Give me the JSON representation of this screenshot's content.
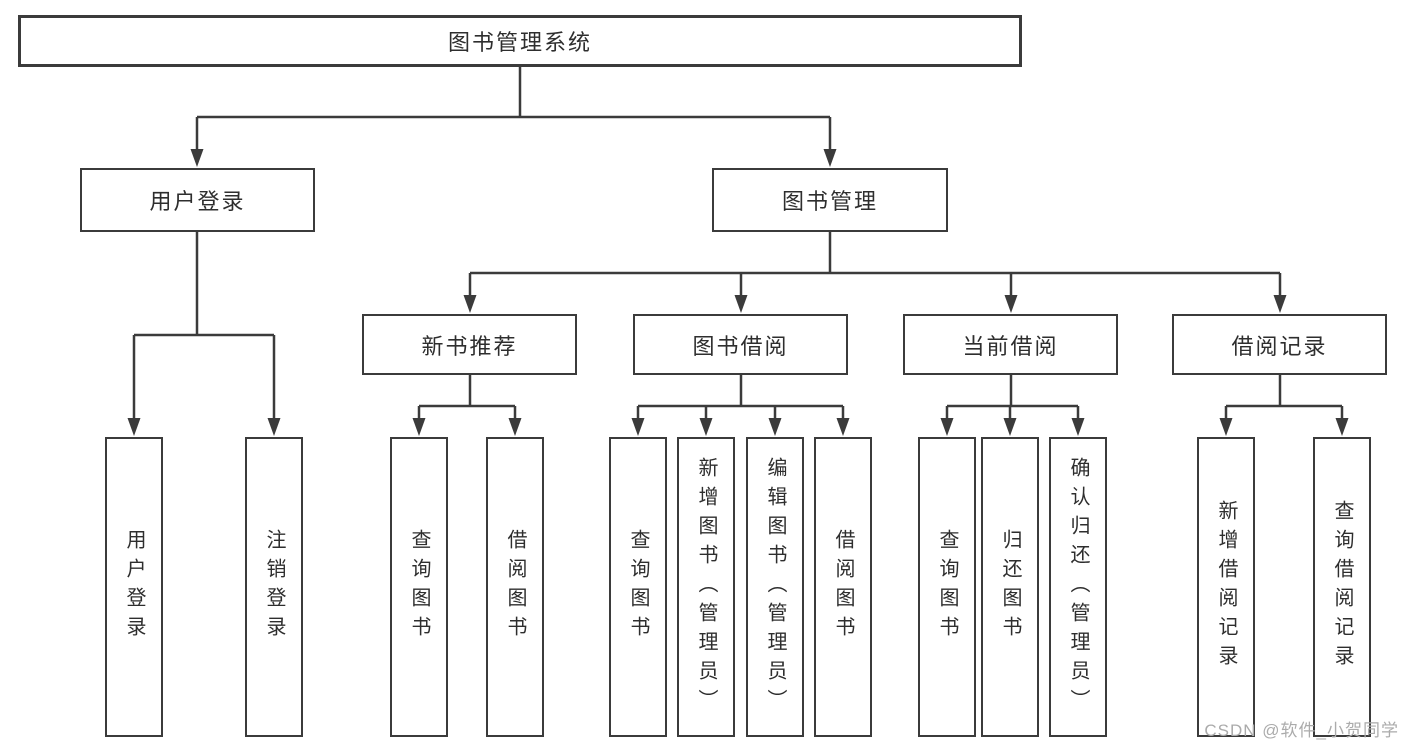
{
  "diagram": {
    "root": {
      "label": "图书管理系统",
      "children": [
        {
          "label": "用户登录",
          "children": [
            {
              "label": "用户登录"
            },
            {
              "label": "注销登录"
            }
          ]
        },
        {
          "label": "图书管理",
          "children": [
            {
              "label": "新书推荐",
              "children": [
                {
                  "label": "查询图书"
                },
                {
                  "label": "借阅图书"
                }
              ]
            },
            {
              "label": "图书借阅",
              "children": [
                {
                  "label": "查询图书"
                },
                {
                  "label": "新增图书（管理员）"
                },
                {
                  "label": "编辑图书（管理员）"
                },
                {
                  "label": "借阅图书"
                }
              ]
            },
            {
              "label": "当前借阅",
              "children": [
                {
                  "label": "查询图书"
                },
                {
                  "label": "归还图书"
                },
                {
                  "label": "确认归还（管理员）"
                }
              ]
            },
            {
              "label": "借阅记录",
              "children": [
                {
                  "label": "新增借阅记录"
                },
                {
                  "label": "查询借阅记录"
                }
              ]
            }
          ]
        }
      ]
    }
  },
  "watermark": {
    "text": "CSDN @软件_小贺同学"
  },
  "colors": {
    "line": "#3b3b3b",
    "box_border": "#3b3b3b",
    "box_fill": "#ffffff",
    "text": "#2e2e2e",
    "watermark": "#ababab",
    "background": "#ffffff"
  }
}
